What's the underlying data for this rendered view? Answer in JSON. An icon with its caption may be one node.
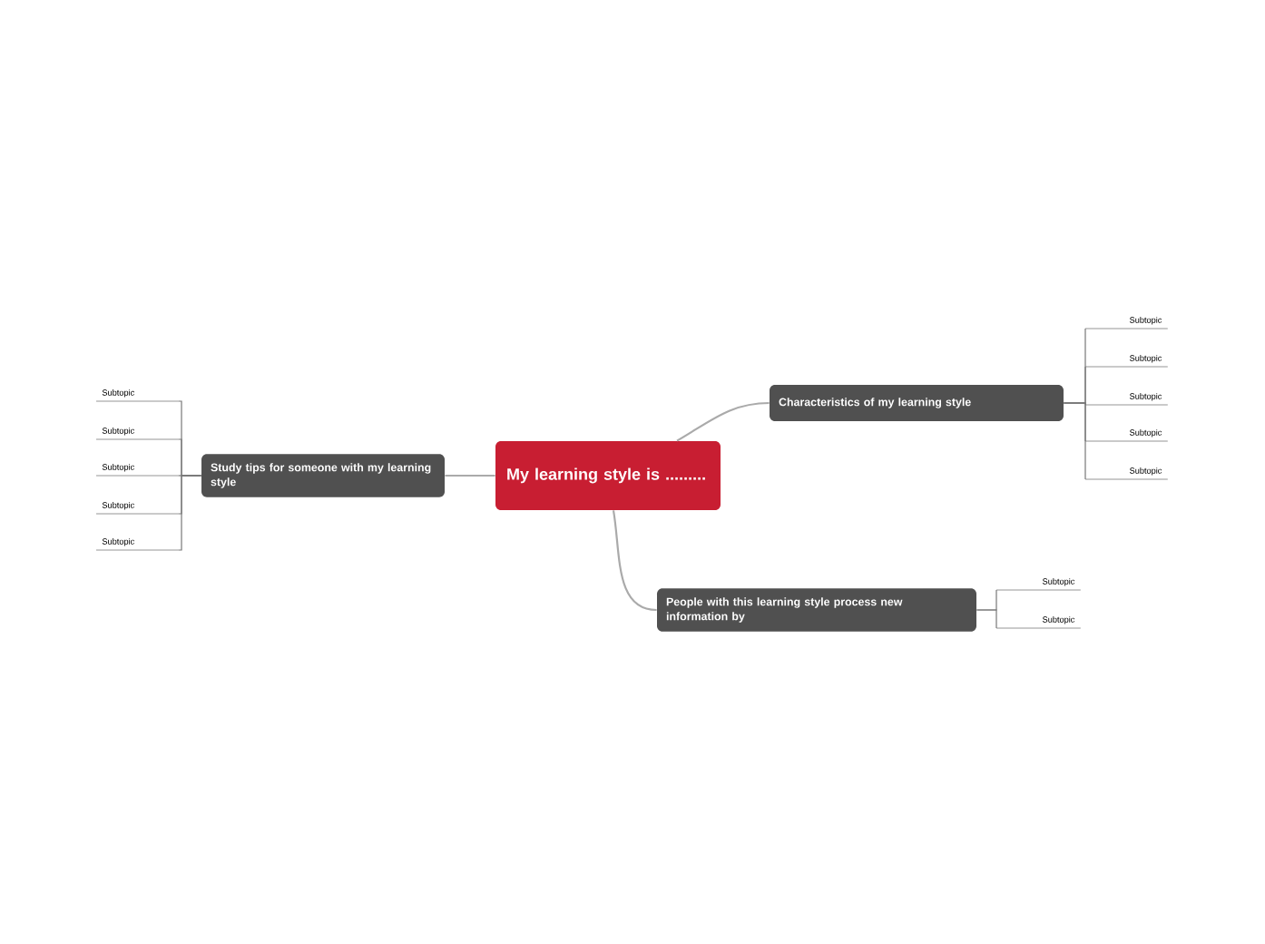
{
  "diagram": {
    "nodes": [
      {
        "text": [
          "My learning style is ........."
        ]
      },
      {
        "text": [
          "Characteristics of my learning style"
        ]
      },
      {
        "text": [
          "Study tips for someone with my learning style"
        ]
      },
      {
        "text": [
          "People with this learning style process new information by"
        ]
      },
      {
        "text": [
          "Subtopic"
        ]
      },
      {
        "text": [
          "Subtopic"
        ]
      },
      {
        "text": [
          "Subtopic"
        ]
      },
      {
        "text": [
          "Subtopic"
        ]
      },
      {
        "text": [
          "Subtopic"
        ]
      },
      {
        "text": [
          "Subtopic"
        ]
      },
      {
        "text": [
          "Subtopic"
        ]
      },
      {
        "text": [
          "Subtopic"
        ]
      },
      {
        "text": [
          "Subtopic"
        ]
      },
      {
        "text": [
          "Subtopic"
        ]
      },
      {
        "text": [
          "Subtopic"
        ]
      },
      {
        "text": [
          "Subtopic"
        ]
      }
    ],
    "edges": [
      {
        "from": 0,
        "to": 1,
        "arrow": "none"
      },
      {
        "from": 0,
        "to": 2,
        "arrow": "none"
      },
      {
        "from": 0,
        "to": 3,
        "arrow": "none"
      },
      {
        "from": 1,
        "to": 4,
        "arrow": "none"
      },
      {
        "from": 1,
        "to": 5,
        "arrow": "none"
      },
      {
        "from": 1,
        "to": 6,
        "arrow": "none"
      },
      {
        "from": 1,
        "to": 7,
        "arrow": "none"
      },
      {
        "from": 1,
        "to": 8,
        "arrow": "none"
      },
      {
        "from": 2,
        "to": 9,
        "arrow": "none"
      },
      {
        "from": 2,
        "to": 10,
        "arrow": "none"
      },
      {
        "from": 2,
        "to": 11,
        "arrow": "none"
      },
      {
        "from": 2,
        "to": 12,
        "arrow": "none"
      },
      {
        "from": 2,
        "to": 13,
        "arrow": "none"
      },
      {
        "from": 3,
        "to": 14,
        "arrow": "none"
      },
      {
        "from": 3,
        "to": 15,
        "arrow": "none"
      }
    ]
  }
}
